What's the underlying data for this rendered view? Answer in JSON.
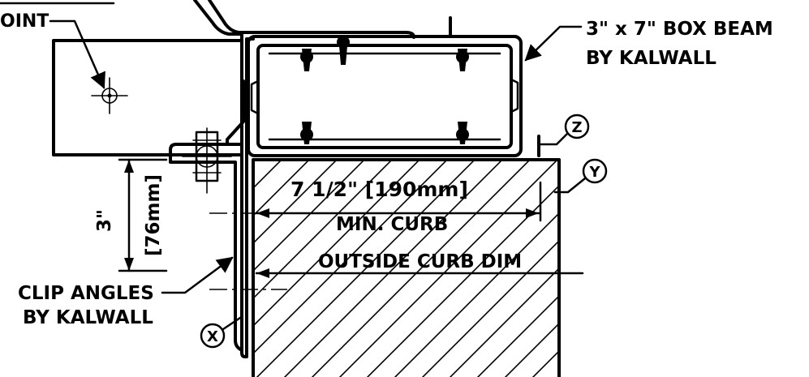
{
  "labels": {
    "joint_fragment": "OINT",
    "box_beam_line1": "3\" x 7\" BOX BEAM",
    "box_beam_line2": "BY KALWALL",
    "clip_angles_line1": "CLIP ANGLES",
    "clip_angles_line2": "BY KALWALL"
  },
  "dimensions": {
    "min_curb_value": "7 1/2\" [190mm]",
    "min_curb_label": "MIN. CURB",
    "outside_curb_label": "OUTSIDE CURB DIM",
    "height_inch": "3\"",
    "height_mm": "[76mm]"
  },
  "callouts": {
    "x": "X",
    "y": "Y",
    "z": "Z"
  }
}
